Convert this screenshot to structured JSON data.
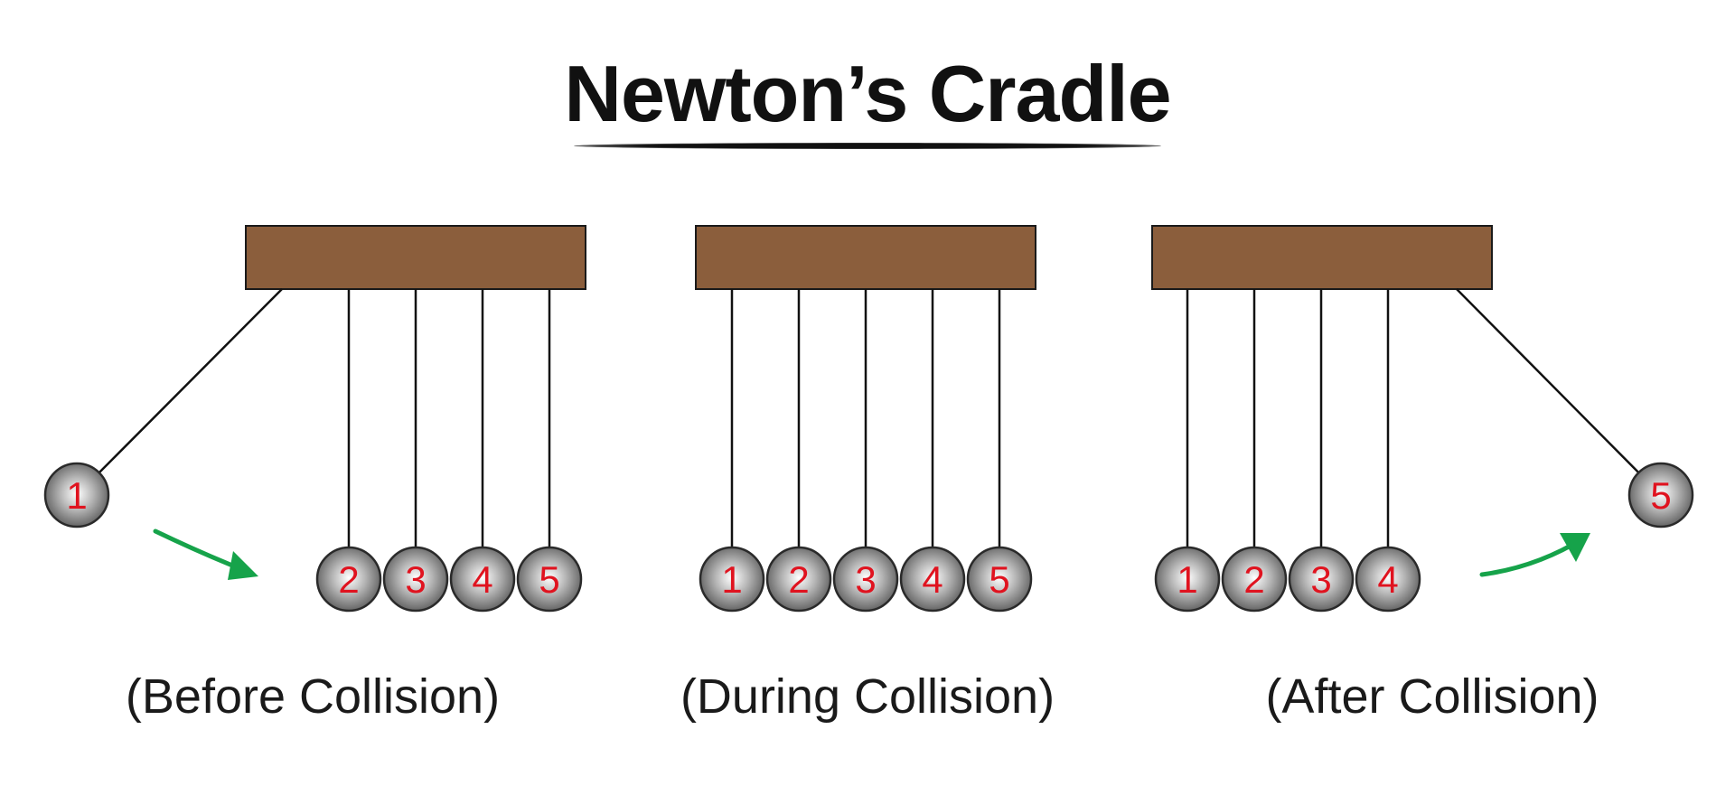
{
  "title": "Newton’s Cradle",
  "colors": {
    "frame": "#8b5e3c",
    "ball_label": "#e0131f",
    "arrow": "#16a34a",
    "string": "#111111"
  },
  "panels": [
    {
      "caption": "(Before Collision)",
      "balls": [
        "1",
        "2",
        "3",
        "4",
        "5"
      ],
      "state": "ball 1 raised left",
      "arrow": "green-arrow-right"
    },
    {
      "caption": "(During Collision)",
      "balls": [
        "1",
        "2",
        "3",
        "4",
        "5"
      ],
      "state": "all at rest",
      "arrow": ""
    },
    {
      "caption": "(After Collision)",
      "balls": [
        "1",
        "2",
        "3",
        "4",
        "5"
      ],
      "state": "ball 5 raised right",
      "arrow": "green-arrow-up-right"
    }
  ]
}
